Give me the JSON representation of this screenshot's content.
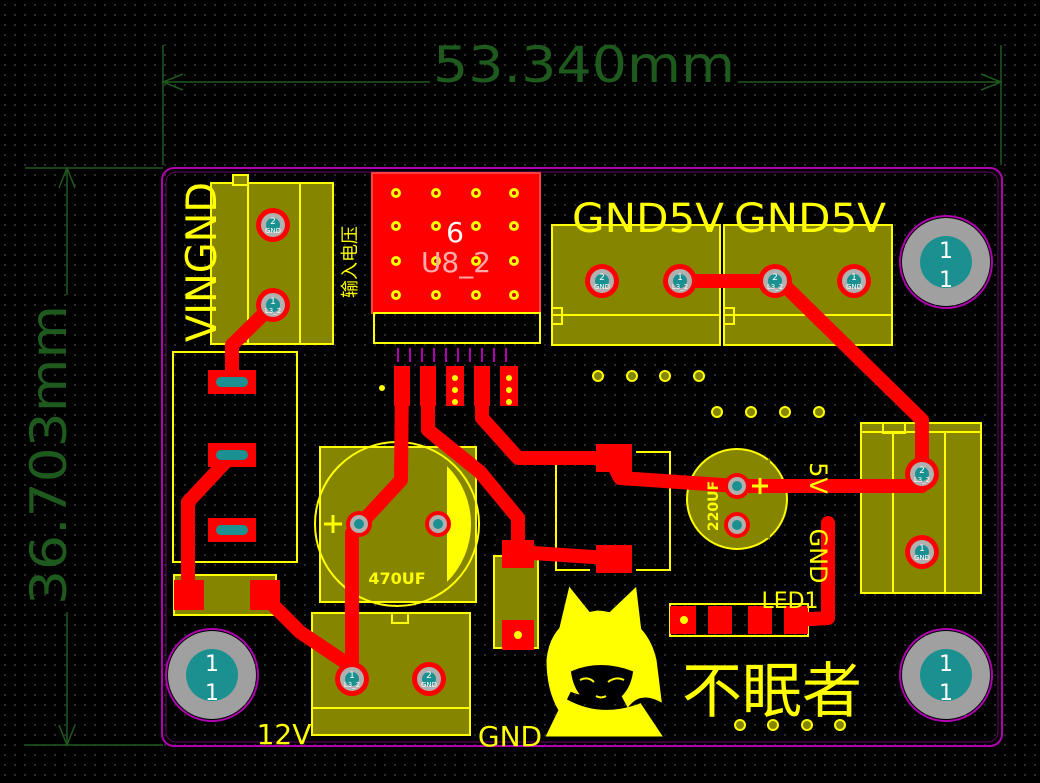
{
  "dimensions": {
    "width_label": "53.340mm",
    "height_label": "36.703mm"
  },
  "silkscreen": {
    "vin_gnd": "VINGND",
    "input_voltage_cn": "输入电压",
    "gnd5v_left": "GND5V",
    "gnd5v_right": "GND5V",
    "cap_470": "470UF",
    "cap_220": "220UF",
    "label_5v": "5V",
    "label_gnd_right": "GND",
    "led1": "LED1",
    "label_12v": "12V",
    "label_gnd_bottom": "GND",
    "author_cn": "不眠者",
    "u8_number": "6",
    "u8_designator": "U8_2"
  },
  "pad_labels": {
    "mount_hole": [
      "1",
      "1"
    ],
    "pin2": "2",
    "pin1": "1",
    "net_gnd": "GND",
    "net_l3_2": "L3_2"
  },
  "colors": {
    "background": "#000000",
    "board_outline": "#b000b0",
    "silkscreen": "#ffff00",
    "body_fill": "#858500",
    "top_copper": "#ff0000",
    "pad_center": "#1a9090",
    "mount_pad": "#a0a0a0",
    "dimension": "#1e5a1e"
  }
}
